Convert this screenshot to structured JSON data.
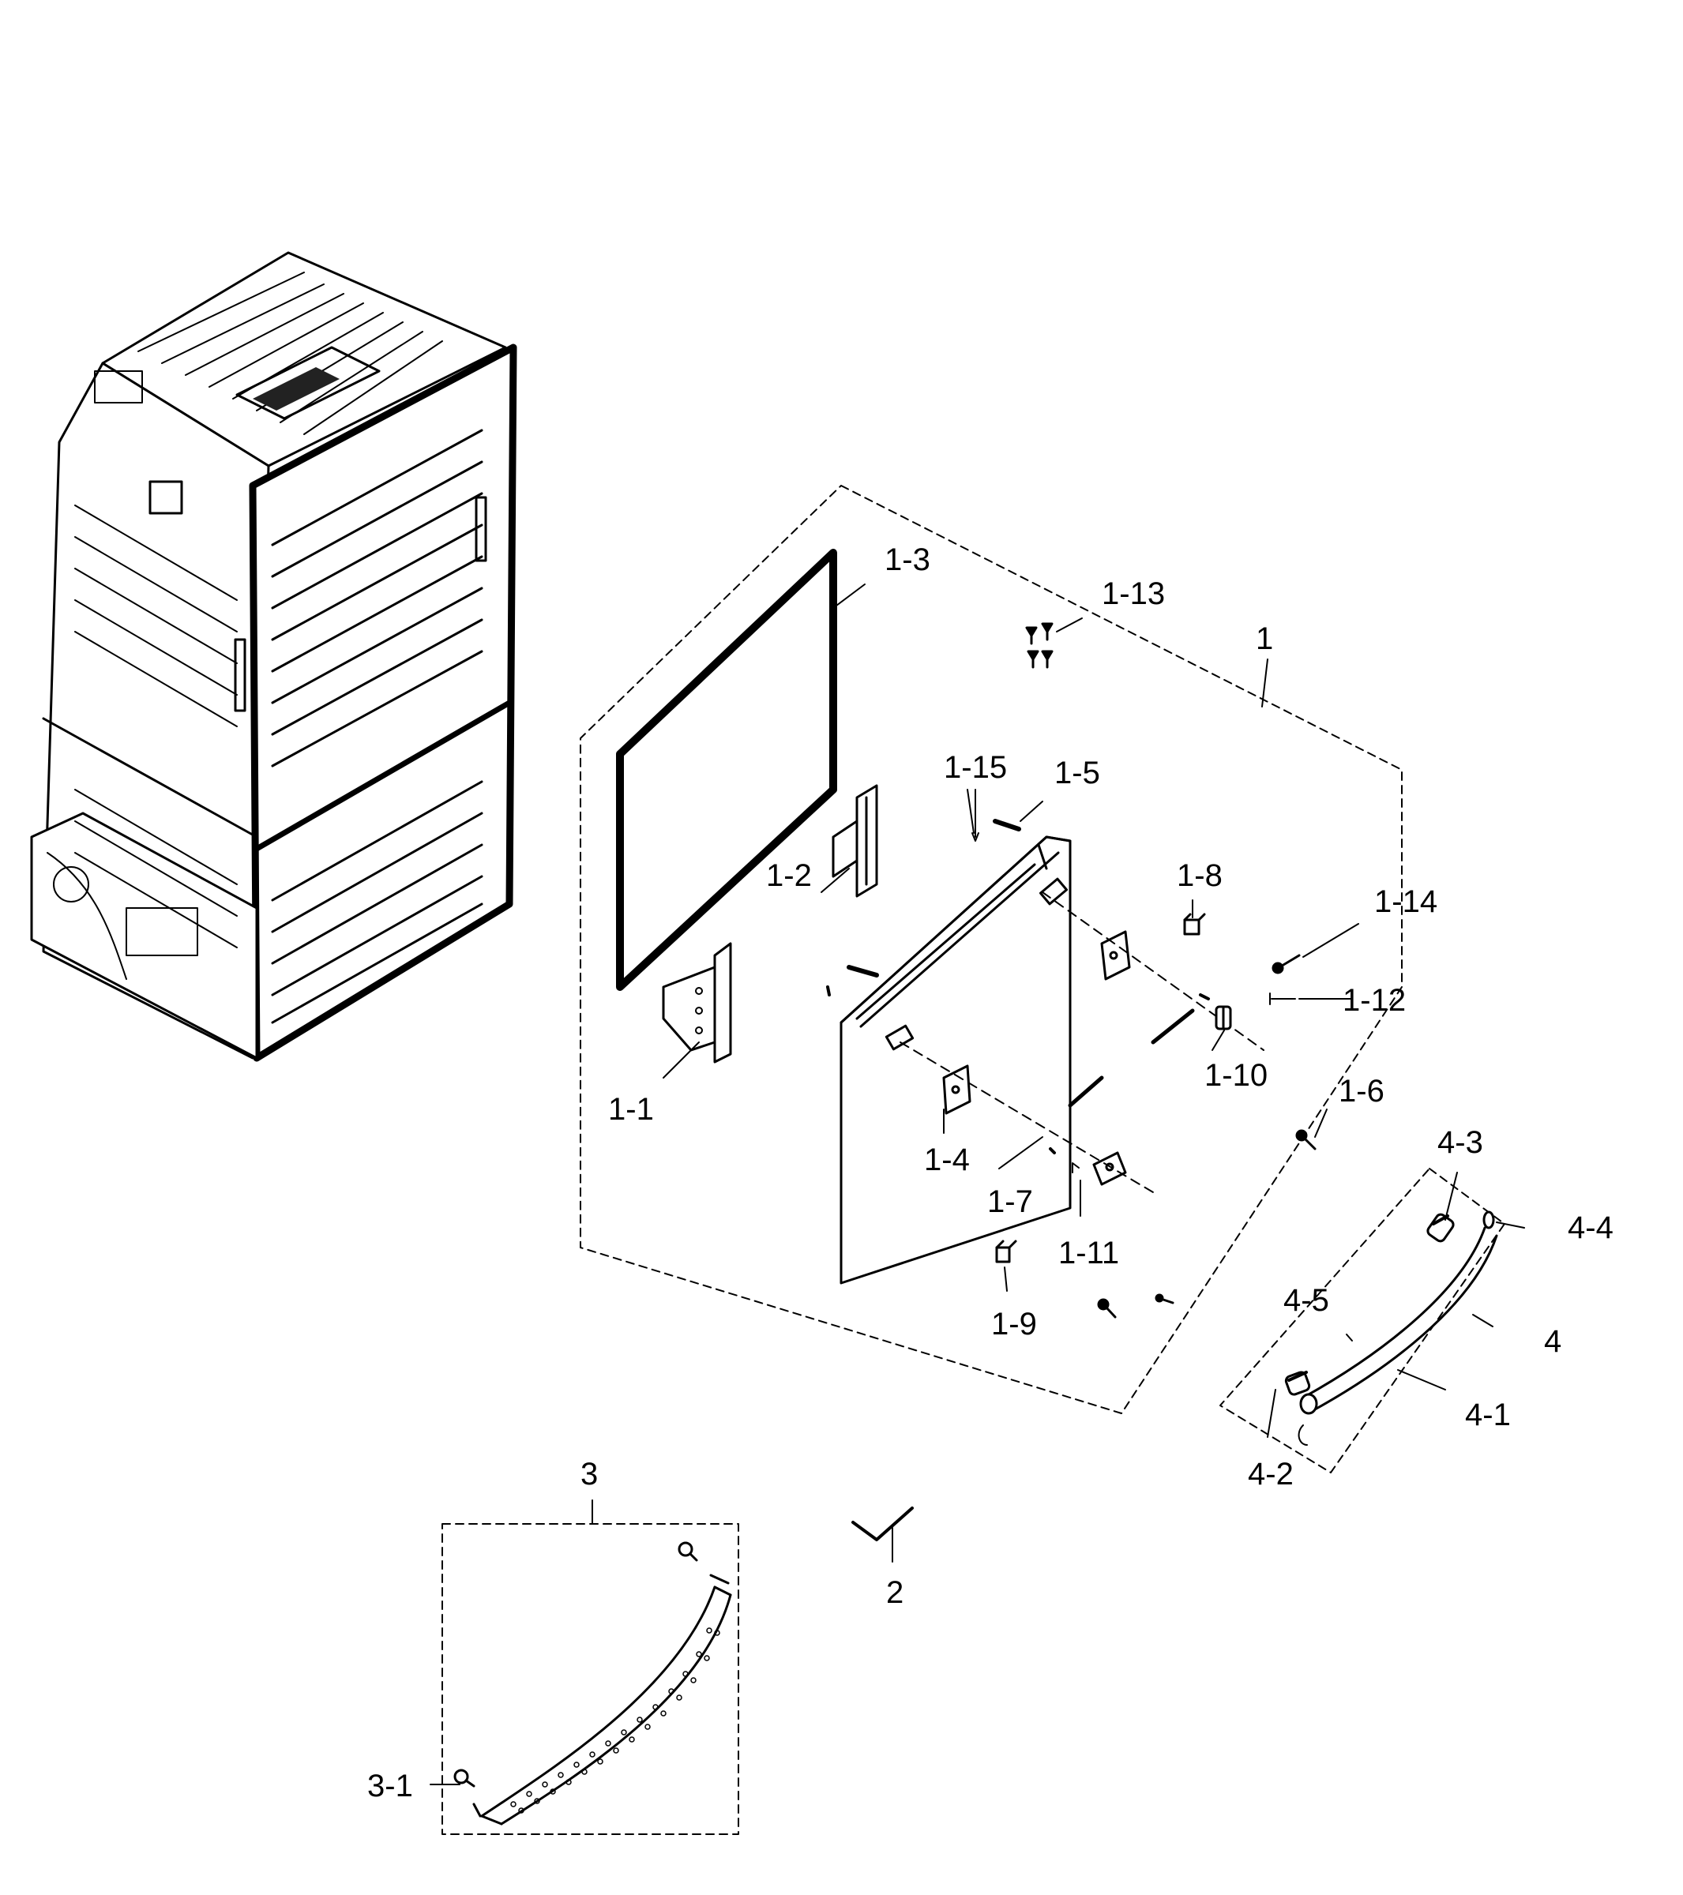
{
  "callouts": {
    "c1": "1",
    "c1_1": "1-1",
    "c1_2": "1-2",
    "c1_3": "1-3",
    "c1_4": "1-4",
    "c1_5": "1-5",
    "c1_6": "1-6",
    "c1_7": "1-7",
    "c1_8": "1-8",
    "c1_9": "1-9",
    "c1_10": "1-10",
    "c1_11": "1-11",
    "c1_12": "1-12",
    "c1_13": "1-13",
    "c1_14": "1-14",
    "c1_15": "1-15",
    "c2": "2",
    "c3": "3",
    "c3_1": "3-1",
    "c4": "4",
    "c4_1": "4-1",
    "c4_2": "4-2",
    "c4_3": "4-3",
    "c4_4": "4-4",
    "c4_5": "4-5"
  }
}
